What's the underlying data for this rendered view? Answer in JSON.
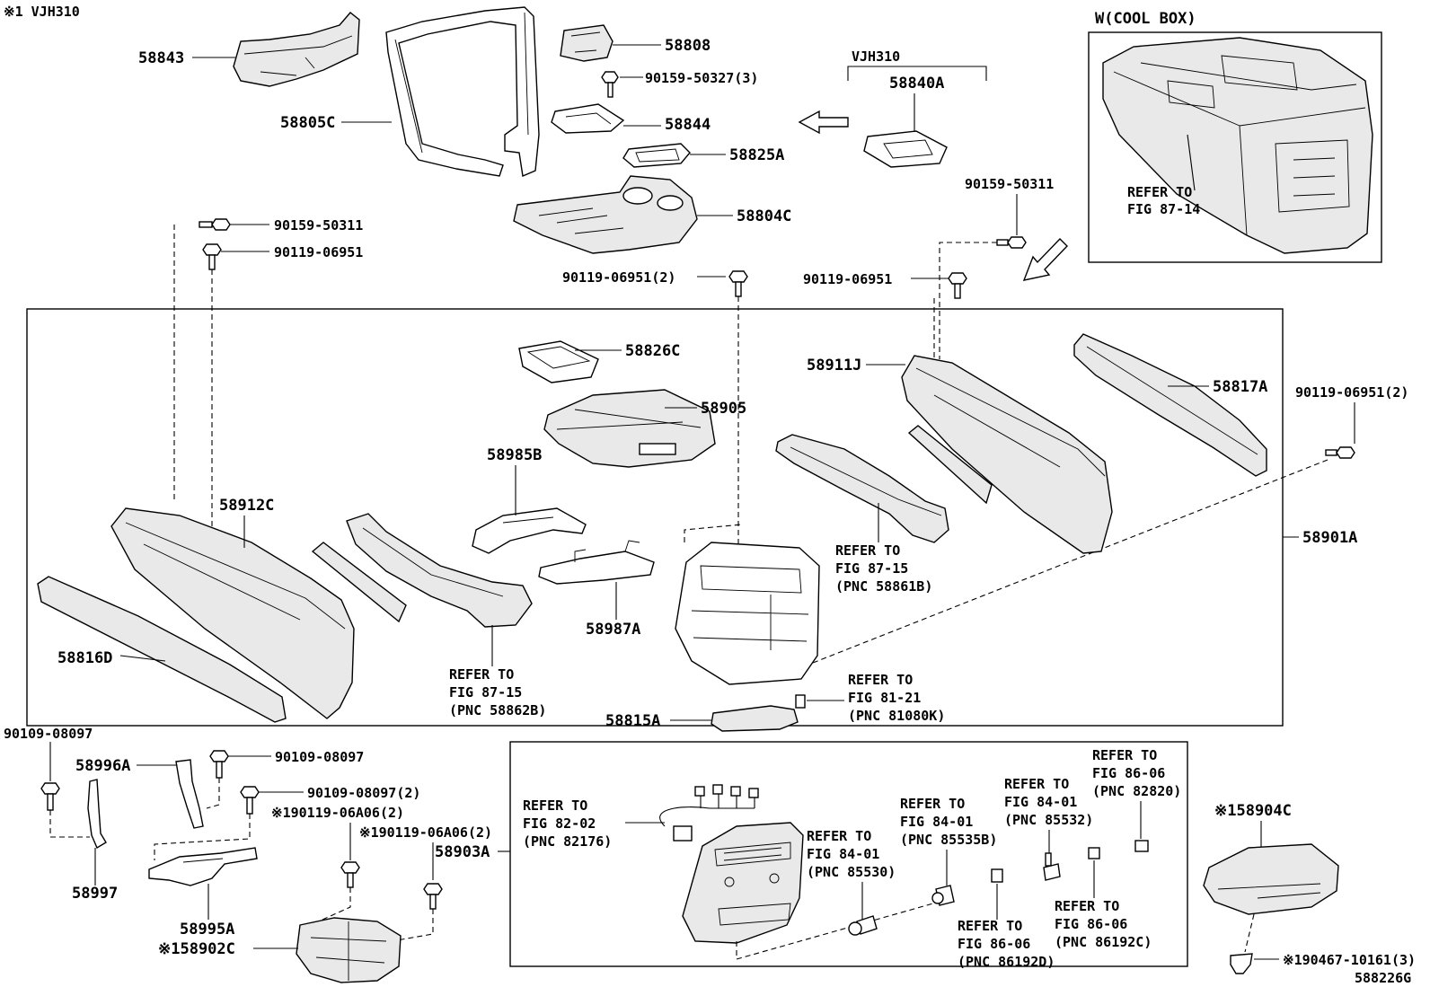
{
  "header_note": "※1 VJH310",
  "footer_code": "588226G",
  "inset": {
    "title": "W(COOL BOX)",
    "ref": [
      "REFER TO",
      "FIG 87-14"
    ]
  },
  "variant_label": "VJH310",
  "labels": {
    "p58843": "58843",
    "p58805C": "58805C",
    "p58808": "58808",
    "b90159_50327": "90159-50327(3)",
    "p58844": "58844",
    "p58825A": "58825A",
    "p58840A": "58840A",
    "p58804C": "58804C",
    "b90159_50311_l": "90159-50311",
    "b90119_06951_l": "90119-06951",
    "b90119_06951_2c": "90119-06951(2)",
    "b90159_50311_r": "90159-50311",
    "b90119_06951_r": "90119-06951",
    "p58826C": "58826C",
    "p58905": "58905",
    "p58911J": "58911J",
    "p58817A": "58817A",
    "b90119_06951_2r": "90119-06951(2)",
    "p58985B": "58985B",
    "p58912C": "58912C",
    "p58901A": "58901A",
    "p58987A": "58987A",
    "p58816D": "58816D",
    "p58815A": "58815A",
    "b90109_08097_a": "90109-08097",
    "p58996A": "58996A",
    "b90109_08097_b": "90109-08097",
    "b90109_08097_2": "90109-08097(2)",
    "b190119_06A06_a": "※190119-06A06(2)",
    "b190119_06A06_b": "※190119-06A06(2)",
    "p58903A": "58903A",
    "p58997": "58997",
    "p58995A": "58995A",
    "p158902C": "※158902C",
    "p158904C": "※158904C",
    "b190467_10161": "※190467-10161(3)"
  },
  "refs": {
    "r8715a": [
      "REFER TO",
      "FIG 87-15",
      "(PNC 58861B)"
    ],
    "r8715b": [
      "REFER TO",
      "FIG 87-15",
      "(PNC 58862B)"
    ],
    "r8121": [
      "REFER TO",
      "FIG 81-21",
      "(PNC 81080K)"
    ],
    "r8202": [
      "REFER TO",
      "FIG 82-02",
      "(PNC 82176)"
    ],
    "r8401a": [
      "REFER TO",
      "FIG 84-01",
      "(PNC 85530)"
    ],
    "r8401b": [
      "REFER TO",
      "FIG 84-01",
      "(PNC 85535B)"
    ],
    "r8401c": [
      "REFER TO",
      "FIG 84-01",
      "(PNC 85532)"
    ],
    "r8606a": [
      "REFER TO",
      "FIG 86-06",
      "(PNC 82820)"
    ],
    "r8606b": [
      "REFER TO",
      "FIG 86-06",
      "(PNC 86192D)"
    ],
    "r8606c": [
      "REFER TO",
      "FIG 86-06",
      "(PNC 86192C)"
    ]
  },
  "arrows": [
    "assembly-arrow-left",
    "cool-box-arrow"
  ]
}
